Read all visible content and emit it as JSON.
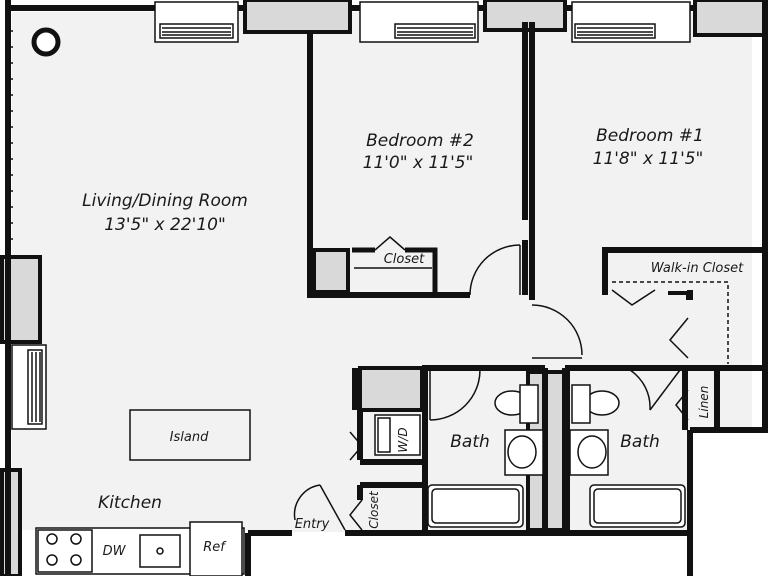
{
  "rooms": {
    "living": {
      "name": "Living/Dining Room",
      "dims": "13'5\" x 22'10\""
    },
    "bedroom2": {
      "name": "Bedroom #2",
      "dims": "11'0\" x 11'5\""
    },
    "bedroom1": {
      "name": "Bedroom #1",
      "dims": "11'8\" x 11'5\""
    },
    "kitchen": {
      "name": "Kitchen"
    },
    "bath_left": {
      "name": "Bath"
    },
    "bath_right": {
      "name": "Bath"
    }
  },
  "labels": {
    "closet_bedroom2": "Closet",
    "walk_in_closet": "Walk-in Closet",
    "island": "Island",
    "wd": "W/D",
    "closet_entry": "Closet",
    "linen": "Linen",
    "entry": "Entry",
    "dw": "DW",
    "ref": "Ref"
  },
  "colors": {
    "wall": "#111111",
    "fill_gray": "#d9d9d9",
    "floor": "#f2f2f2",
    "background": "#ffffff"
  }
}
